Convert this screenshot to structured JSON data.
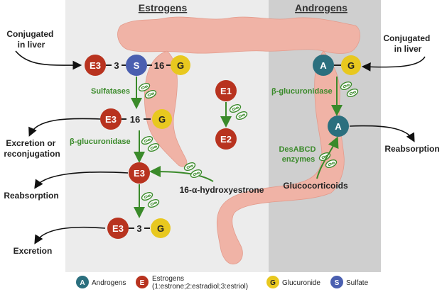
{
  "headers": {
    "left": "Estrogens",
    "right": "Androgens"
  },
  "labels": {
    "conj_left": [
      "Conjugated",
      "in liver"
    ],
    "conj_right": [
      "Conjugated",
      "in liver"
    ],
    "excretion_reconj": [
      "Excretion or",
      "reconjugation"
    ],
    "reabsorption_left": "Reabsorption",
    "excretion": "Excretion",
    "reabsorption_right": "Reabsorption",
    "hydroxyestrone": "16-α-hydroxyestrone",
    "glucocorticoids": "Glucocorticoids"
  },
  "enzymes": {
    "sulfatases": "Sulfatases",
    "bg_left": "β-glucuronidase",
    "bg_right": "β-glucuronidase",
    "desabcd": [
      "DesABCD",
      "enzymes"
    ]
  },
  "nodes": {
    "e3_top": "E3",
    "s": "S",
    "g_top": "G",
    "e1": "E1",
    "e2": "E2",
    "e3_mid": "E3",
    "g_mid": "G",
    "e3_center": "E3",
    "e3_bot": "E3",
    "g_bot": "G",
    "a_top": "A",
    "g_right": "G",
    "a_mid": "A"
  },
  "links": {
    "top_3": "3",
    "top_16": "16",
    "mid_16": "16",
    "bot_3": "3"
  },
  "legend": [
    {
      "code": "A",
      "label": "Androgens",
      "color": "#2b6f7e"
    },
    {
      "code": "E",
      "label": "Estrogens (1:estrone;2:estradiol;3:estriol)",
      "color": "#b8331f"
    },
    {
      "code": "G",
      "label": "Glucuronide",
      "color": "#e8c81f"
    },
    {
      "code": "S",
      "label": "Sulfate",
      "color": "#4a5fb0"
    }
  ],
  "colors": {
    "estrogen": "#b8331f",
    "androgen": "#2b6f7e",
    "glucuronide": "#e8c81f",
    "sulfate": "#4a5fb0",
    "colon": "#f0b3a6",
    "enzyme_arrow": "#3a8a2a",
    "panel_left": "#ececec",
    "panel_right": "#cfcfcf"
  },
  "icons": [
    "bacteria-icon"
  ]
}
